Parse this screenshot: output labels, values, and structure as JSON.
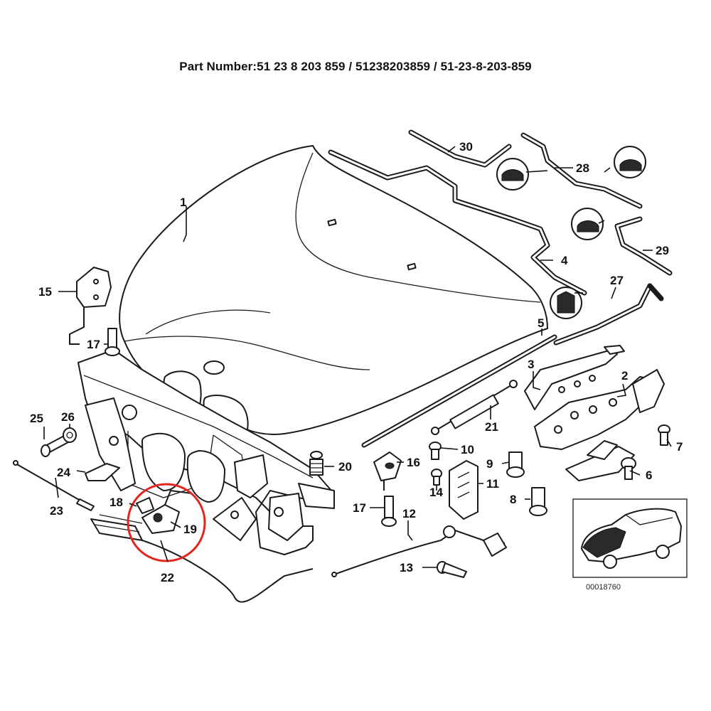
{
  "header": {
    "part_number_text": "Part Number:51 23 8 203 859 / 51238203859 / 51-23-8-203-859"
  },
  "highlight_color": "#e3261b",
  "callouts": [
    {
      "id": "c1",
      "label": "1"
    },
    {
      "id": "c2",
      "label": "2"
    },
    {
      "id": "c3",
      "label": "3"
    },
    {
      "id": "c4",
      "label": "4"
    },
    {
      "id": "c5",
      "label": "5"
    },
    {
      "id": "c6",
      "label": "6"
    },
    {
      "id": "c7",
      "label": "7"
    },
    {
      "id": "c8",
      "label": "8"
    },
    {
      "id": "c9",
      "label": "9"
    },
    {
      "id": "c10",
      "label": "10"
    },
    {
      "id": "c11",
      "label": "11"
    },
    {
      "id": "c12",
      "label": "12"
    },
    {
      "id": "c13",
      "label": "13"
    },
    {
      "id": "c14",
      "label": "14"
    },
    {
      "id": "c15",
      "label": "15"
    },
    {
      "id": "c16",
      "label": "16"
    },
    {
      "id": "c17a",
      "label": "17"
    },
    {
      "id": "c17b",
      "label": "17"
    },
    {
      "id": "c18",
      "label": "18"
    },
    {
      "id": "c19",
      "label": "19"
    },
    {
      "id": "c20",
      "label": "20"
    },
    {
      "id": "c21",
      "label": "21"
    },
    {
      "id": "c22",
      "label": "22"
    },
    {
      "id": "c23",
      "label": "23"
    },
    {
      "id": "c24",
      "label": "24"
    },
    {
      "id": "c25",
      "label": "25"
    },
    {
      "id": "c26",
      "label": "26"
    },
    {
      "id": "c27",
      "label": "27"
    },
    {
      "id": "c28",
      "label": "28"
    },
    {
      "id": "c29",
      "label": "29"
    },
    {
      "id": "c30",
      "label": "30"
    }
  ],
  "inset": {
    "diagram_code": "00018760"
  }
}
